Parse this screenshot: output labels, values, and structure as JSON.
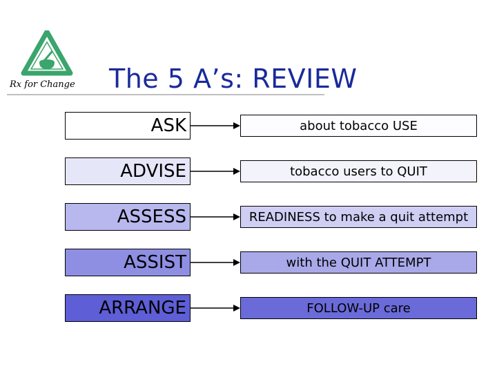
{
  "logo": {
    "text": "Rx for Change"
  },
  "title": "The 5 A’s: REVIEW",
  "rows": [
    {
      "left": "ASK",
      "right": "about tobacco USE",
      "left_color": "#ffffff",
      "right_color": "#fdfdff"
    },
    {
      "left": "ADVISE",
      "right": "tobacco users to QUIT",
      "left_color": "#e6e6f9",
      "right_color": "#f3f3fc"
    },
    {
      "left": "ASSESS",
      "right": "READINESS to make a quit attempt",
      "left_color": "#b8b8ee",
      "right_color": "#cfcff4"
    },
    {
      "left": "ASSIST",
      "right": "with the QUIT ATTEMPT",
      "left_color": "#8e8ee3",
      "right_color": "#a9a9ea"
    },
    {
      "left": "ARRANGE",
      "right": "FOLLOW-UP care",
      "left_color": "#5e5ed6",
      "right_color": "#6a6ad9"
    }
  ],
  "colors": {
    "title": "#1a2a9c",
    "logo_green": "#3aa56c"
  }
}
